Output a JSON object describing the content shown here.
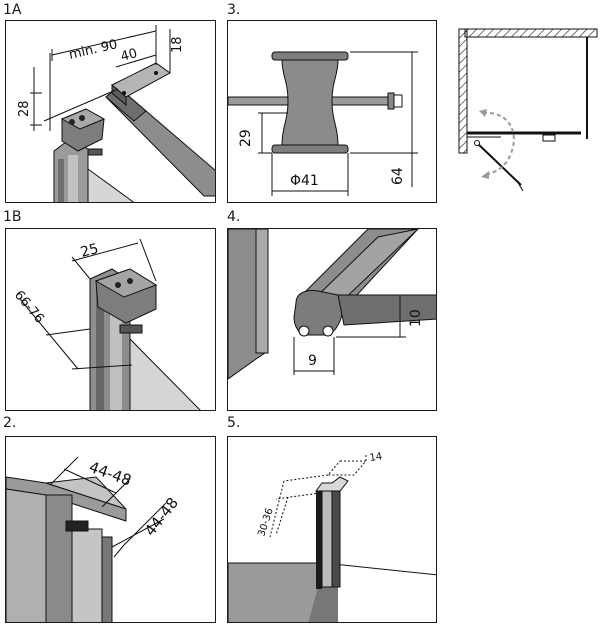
{
  "panels": {
    "p1a": {
      "title": "1A",
      "dims": {
        "min": "min. 90",
        "d40": "40",
        "d18": "18",
        "d28": "28"
      }
    },
    "p3": {
      "title": "3.",
      "dims": {
        "d29": "29",
        "d64": "64",
        "phi": "Φ41"
      }
    },
    "p1b": {
      "title": "1B",
      "dims": {
        "d25": "25",
        "range": "66-76"
      }
    },
    "p4": {
      "title": "4.",
      "dims": {
        "d10": "10",
        "d9": "9"
      }
    },
    "p2": {
      "title": "2.",
      "dims": {
        "a": "44-48",
        "b": "44-48"
      }
    },
    "p5": {
      "title": "5.",
      "dims": {
        "d14": "14",
        "range": "30-36"
      }
    }
  },
  "colors": {
    "line": "#111111",
    "metal_dark": "#6b6b6b",
    "metal_mid": "#9a9a9a",
    "metal_light": "#c9c9c9",
    "glass": "#d7d7d7",
    "swing": "#9a9a9a"
  }
}
